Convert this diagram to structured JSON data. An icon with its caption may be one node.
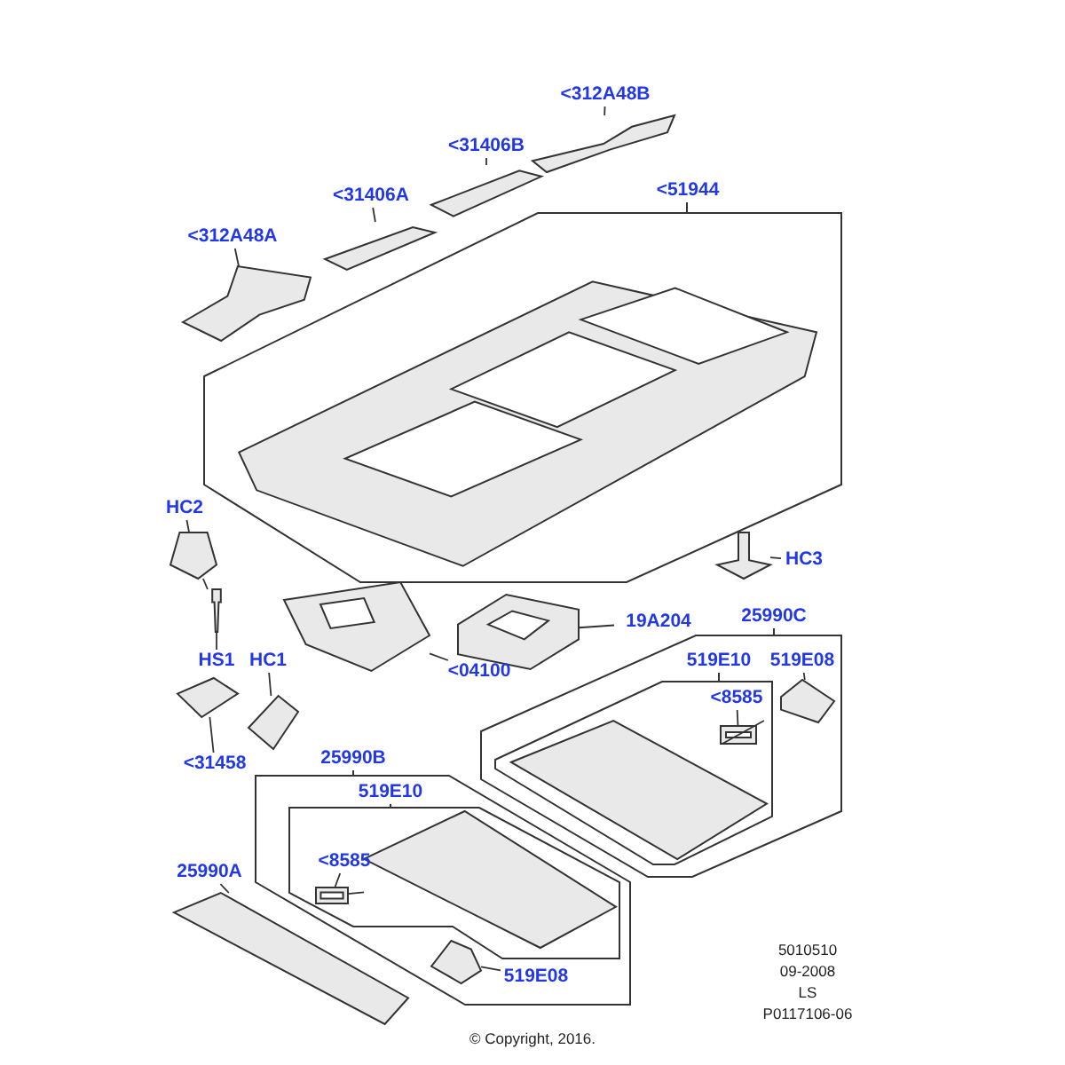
{
  "diagram": {
    "nodes": [
      {
        "text": [
          "<51944"
        ]
      },
      {
        "text": [],
        "shape": "picture",
        "in": 0
      },
      {
        "text": [
          "<312A48A"
        ]
      },
      {
        "text": [],
        "shape": "picture"
      },
      {
        "text": [
          "<31406A"
        ]
      },
      {
        "text": [],
        "shape": "picture"
      },
      {
        "text": [
          "<31406B"
        ]
      },
      {
        "text": [],
        "shape": "picture"
      },
      {
        "text": [
          "<312A48B"
        ]
      },
      {
        "text": [],
        "shape": "picture"
      },
      {
        "text": [
          "HC2"
        ]
      },
      {
        "text": [],
        "shape": "picture"
      },
      {
        "text": [
          "HS1"
        ]
      },
      {
        "text": [],
        "shape": "picture"
      },
      {
        "text": [
          "<04100"
        ]
      },
      {
        "text": [],
        "shape": "picture"
      },
      {
        "text": [
          "HC1"
        ]
      },
      {
        "text": [],
        "shape": "picture"
      },
      {
        "text": [
          "<31458"
        ]
      },
      {
        "text": [],
        "shape": "picture"
      },
      {
        "text": [
          "HC3"
        ]
      },
      {
        "text": [],
        "shape": "picture"
      },
      {
        "text": [
          "19A204"
        ]
      },
      {
        "text": [],
        "shape": "picture"
      },
      {
        "text": [
          "25990C"
        ]
      },
      {
        "text": [
          "519E10"
        ],
        "in": 24
      },
      {
        "text": [],
        "shape": "picture",
        "in": 25
      },
      {
        "text": [
          "<8585"
        ],
        "in": 25
      },
      {
        "text": [],
        "shape": "picture",
        "in": 25
      },
      {
        "text": [
          "519E08"
        ],
        "in": 24
      },
      {
        "text": [],
        "shape": "picture",
        "in": 24
      },
      {
        "text": [
          "25990B"
        ]
      },
      {
        "text": [
          "519E10"
        ],
        "in": 31
      },
      {
        "text": [],
        "shape": "picture",
        "in": 32
      },
      {
        "text": [
          "<8585"
        ],
        "in": 32
      },
      {
        "text": [],
        "shape": "picture",
        "in": 32
      },
      {
        "text": [],
        "shape": "picture",
        "in": 31
      },
      {
        "text": [
          "519E08"
        ],
        "in": 31
      },
      {
        "text": [
          "25990A"
        ]
      },
      {
        "text": [],
        "shape": "picture"
      }
    ],
    "edges": [
      {
        "from": 2,
        "to": 3,
        "arrow": "none"
      },
      {
        "from": 4,
        "to": 5,
        "arrow": "none"
      },
      {
        "from": 6,
        "to": 7,
        "arrow": "none"
      },
      {
        "from": 8,
        "to": 9,
        "arrow": "none"
      },
      {
        "from": 10,
        "to": 11,
        "arrow": "none"
      },
      {
        "from": 11,
        "to": 13,
        "arrow": "none"
      },
      {
        "from": 12,
        "to": 13,
        "arrow": "none"
      },
      {
        "from": 14,
        "to": 15,
        "arrow": "none"
      },
      {
        "from": 16,
        "to": 17,
        "arrow": "none"
      },
      {
        "from": 18,
        "to": 19,
        "arrow": "none"
      },
      {
        "from": 20,
        "to": 21,
        "arrow": "none"
      },
      {
        "from": 22,
        "to": 23,
        "arrow": "none"
      },
      {
        "from": 27,
        "to": 28,
        "arrow": "none"
      },
      {
        "from": 28,
        "to": 26,
        "arrow": "none"
      },
      {
        "from": 29,
        "to": 30,
        "arrow": "none"
      },
      {
        "from": 34,
        "to": 35,
        "arrow": "none"
      },
      {
        "from": 35,
        "to": 33,
        "arrow": "none"
      },
      {
        "from": 37,
        "to": 36,
        "arrow": "none"
      },
      {
        "from": 38,
        "to": 39,
        "arrow": "none"
      }
    ],
    "labels": [
      "5010510",
      "09-2008",
      "LS",
      "P0117106-06",
      "© Copyright, 2016."
    ]
  }
}
